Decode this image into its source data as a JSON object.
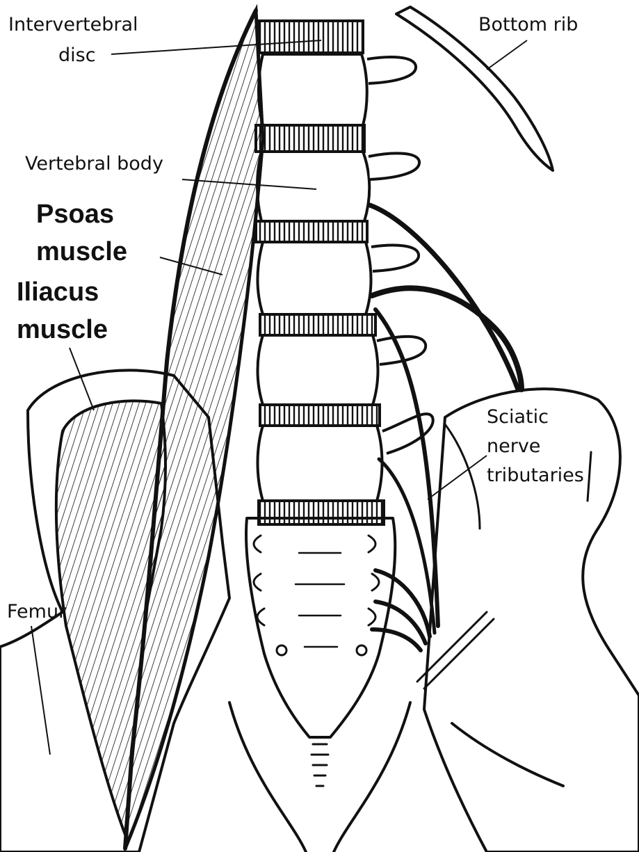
{
  "labels": {
    "intervertebral_disc_1": "Intervertebral",
    "intervertebral_disc_2": "disc",
    "bottom_rib": "Bottom rib",
    "vertebral_body": "Vertebral body",
    "psoas_1": "Psoas",
    "psoas_2": "muscle",
    "iliacus_1": "Iliacus",
    "iliacus_2": "muscle",
    "sciatic_1": "Sciatic",
    "sciatic_2": "nerve",
    "sciatic_3": "tributaries",
    "femur": "Femur"
  },
  "colors": {
    "ink": "#111111",
    "background": "#ffffff"
  }
}
